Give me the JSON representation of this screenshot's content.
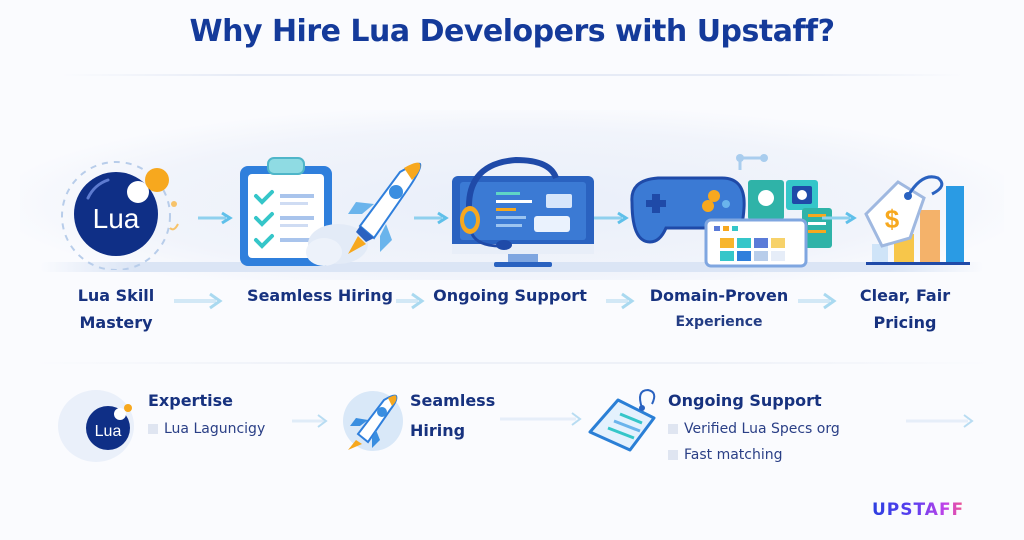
{
  "header": {
    "title": "Why Hire Lua Developers with Upstaff?"
  },
  "steps": [
    {
      "label_line1": "Lua Skill",
      "label_line2": "Mastery",
      "icon": "lua-logo-icon"
    },
    {
      "label_line1": "Seamless Hiring",
      "label_line2": "",
      "icon": "clipboard-rocket-icon"
    },
    {
      "label_line1": "Ongoing Support",
      "label_line2": "",
      "icon": "headset-monitor-icon"
    },
    {
      "label_line1": "Domain-Proven",
      "label_line2": "Experience",
      "icon": "gamepad-dashboard-icon"
    },
    {
      "label_line1": "Clear, Fair",
      "label_line2": "Pricing",
      "icon": "price-tag-chart-icon"
    }
  ],
  "bottom": {
    "items": [
      {
        "title": "Expertise",
        "title_line2": "",
        "bullets": [
          "Lua Laguncigy"
        ],
        "icon": "lua-logo-icon"
      },
      {
        "title": "Seamless",
        "title_line2": "Hiring",
        "bullets": [],
        "icon": "rocket-icon"
      },
      {
        "title": "Ongoing Support",
        "title_line2": "",
        "bullets": [
          "Verified Lua Specs org",
          "Fast matching"
        ],
        "icon": "document-tag-icon"
      }
    ]
  },
  "brand": {
    "logo_text": "UPSTAFF",
    "colors": {
      "title": "#143a9a",
      "lua_navy": "#0f2f86",
      "accent_orange": "#f7a81e",
      "accent_teal": "#35c6c9",
      "accent_blue": "#2f7fdc",
      "arrow": "#8fd0ee"
    }
  }
}
